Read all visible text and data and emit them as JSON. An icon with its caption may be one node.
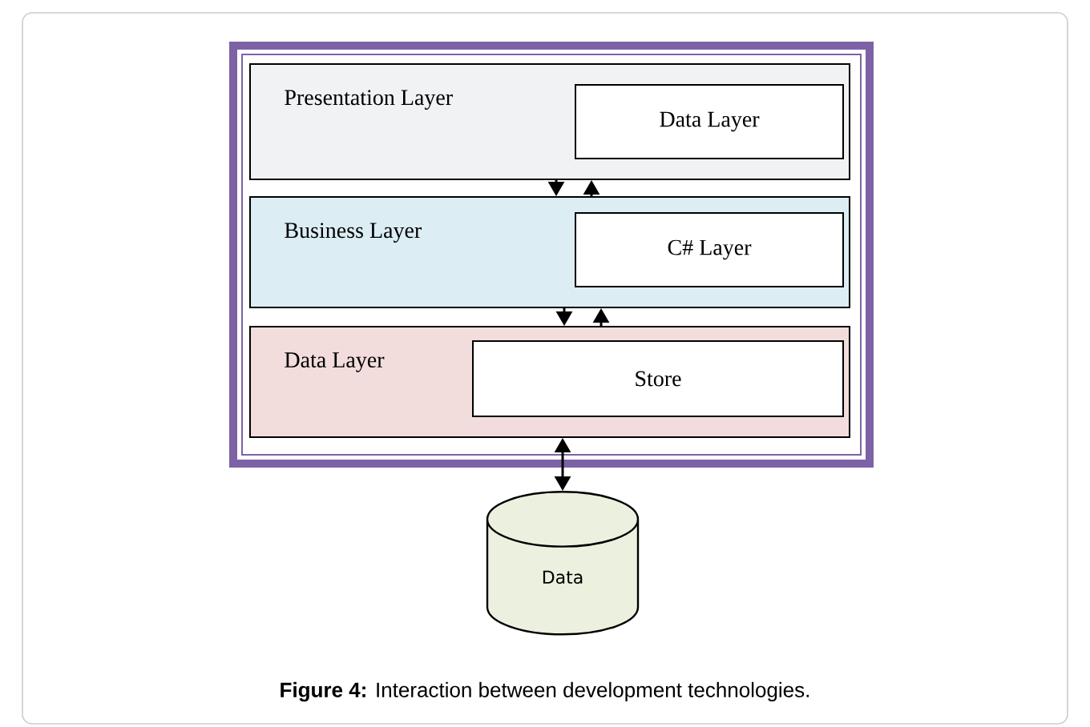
{
  "diagram": {
    "caption": "**Figure 4:** Interaction between development technologies.",
    "nodes": [
      {
        "text": [
          "Presentation Layer"
        ]
      },
      {
        "text": [
          "Data Layer"
        ],
        "in": 0
      },
      {
        "text": [
          "Business Layer"
        ]
      },
      {
        "text": [
          "C# Layer"
        ],
        "in": 2
      },
      {
        "text": [
          "Data Layer"
        ]
      },
      {
        "text": [
          "Store"
        ],
        "in": 4
      },
      {
        "text": [
          "Data"
        ]
      }
    ],
    "edges": [
      {
        "from": 0,
        "to": 2,
        "arrow": "to"
      },
      {
        "from": 2,
        "to": 0,
        "arrow": "to"
      },
      {
        "from": 2,
        "to": 4,
        "arrow": "to"
      },
      {
        "from": 4,
        "to": 2,
        "arrow": "to"
      },
      {
        "from": 4,
        "to": 6,
        "arrow": "both"
      }
    ]
  }
}
